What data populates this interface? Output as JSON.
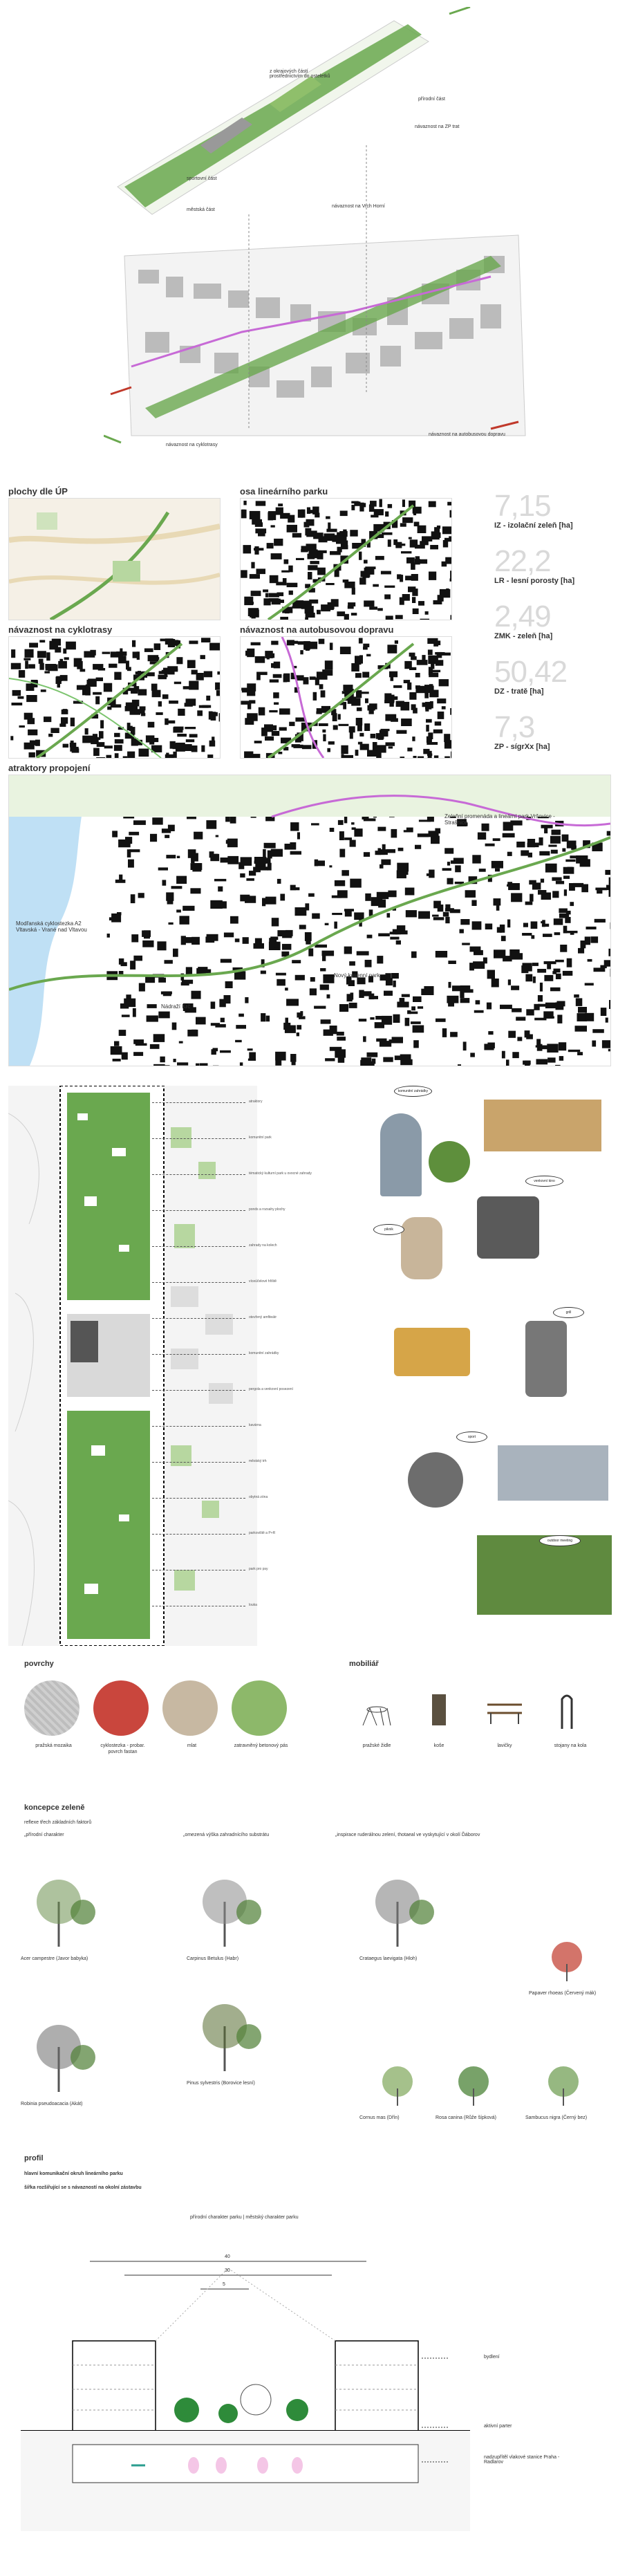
{
  "axo": {
    "labels": [
      "z okrajových částí prostřednictvím do osteletků",
      "přírodní část",
      "sportovní část",
      "městská část",
      "návaznost na Vrch Horní",
      "návaznost na autobusovou dopravu",
      "návaznost na cyklotrasy",
      "návaznost na ZP trat"
    ]
  },
  "plochy": {
    "title1": "plochy dle ÚP",
    "title2": "osa lineárního parku",
    "title3": "návaznost na cyklotrasy",
    "title4": "návaznost na autobusovou dopravu"
  },
  "stats": [
    {
      "num": "7,15",
      "label": "IZ - izolační zeleň [ha]"
    },
    {
      "num": "22,2",
      "label": "LR - lesní porosty [ha]"
    },
    {
      "num": "2,49",
      "label": "ZMK - zeleň [ha]"
    },
    {
      "num": "50,42",
      "label": "DZ - tratě [ha]"
    },
    {
      "num": "7,3",
      "label": "ZP - sígrXx [ha]"
    }
  ],
  "atraktory": {
    "title": "atraktory propojení",
    "labels": [
      "Modřanská cyklostezka A2 Vltavská - Vrané nad Vltavou",
      "Nádraží Krč",
      "Nový kosenní park",
      "Zeleňní promenáda a lineární park Vršovice - Strašnice"
    ]
  },
  "plan": {
    "callouts": [
      "atraktory",
      "komunitní park",
      "tématický kulturní park u ovocné zahrady",
      "ponds a rozsahy plochy",
      "zahrady na kolech",
      "víceúčelové hřiště",
      "otevřený amfiteátr",
      "komunitní zahrádky",
      "pergola a venkovní posezení",
      "kavárna",
      "městský trh",
      "obytná zóna",
      "parkoviště a P+R",
      "park pro psy",
      "louka"
    ],
    "bubbles": [
      "komunitní zahrádky",
      "venkovní kino",
      "piknik",
      "grill",
      "outdoor meeting",
      "sport"
    ]
  },
  "povrchy": {
    "title": "povrchy",
    "items": [
      "pražská mozaika",
      "cyklostezka - probar. povrch fastan",
      "mlat",
      "zatravněný betonový pás"
    ]
  },
  "mobiliar": {
    "title": "mobiliář",
    "items": [
      "pražské židle",
      "koše",
      "lavičky",
      "stojany na kola"
    ]
  },
  "zelen": {
    "title": "koncepce zeleně",
    "subtitle": "reflexe třech základních faktorů",
    "col1": "„přírodní charakter",
    "col2": "„omezená výška zahradnícího substrátu",
    "col3": "„inspirace ruderálnou zelení, thotaeal ve vyskytující v okolí Ďáborov",
    "trees": [
      "Acer campestre (Javor babyka)",
      "Carpinus Betulus (Habr)",
      "Crataegus laevigata (Hloh)",
      "Papaver rhoeas (Červený mák)",
      "Robinia pseudoacacia (Akát)",
      "Pinus sylvestris (Borovice lesní)",
      "Cornus mas (Dřín)",
      "Rosa canina (Růže šípková)",
      "Sambucus nigra (Černý bez)"
    ]
  },
  "profil": {
    "title": "profil",
    "line1": "hlavní komunikační okruh lineárního parku",
    "line2": "šířka rozšířující se s návazností na okolní zástavbu",
    "top_label": "přírodní charakter parku  |  městský charakter parku",
    "dims": [
      "40",
      "30",
      "5"
    ],
    "right_labels": [
      "bydlení",
      "aktivní parter",
      "nadzupřítěl vlakové stanice Praha - Radlarov"
    ]
  },
  "colors": {
    "green": "#6aa84f",
    "lightgreen": "#c9e3b5",
    "pink": "#d38bd8",
    "red": "#c0392b"
  }
}
